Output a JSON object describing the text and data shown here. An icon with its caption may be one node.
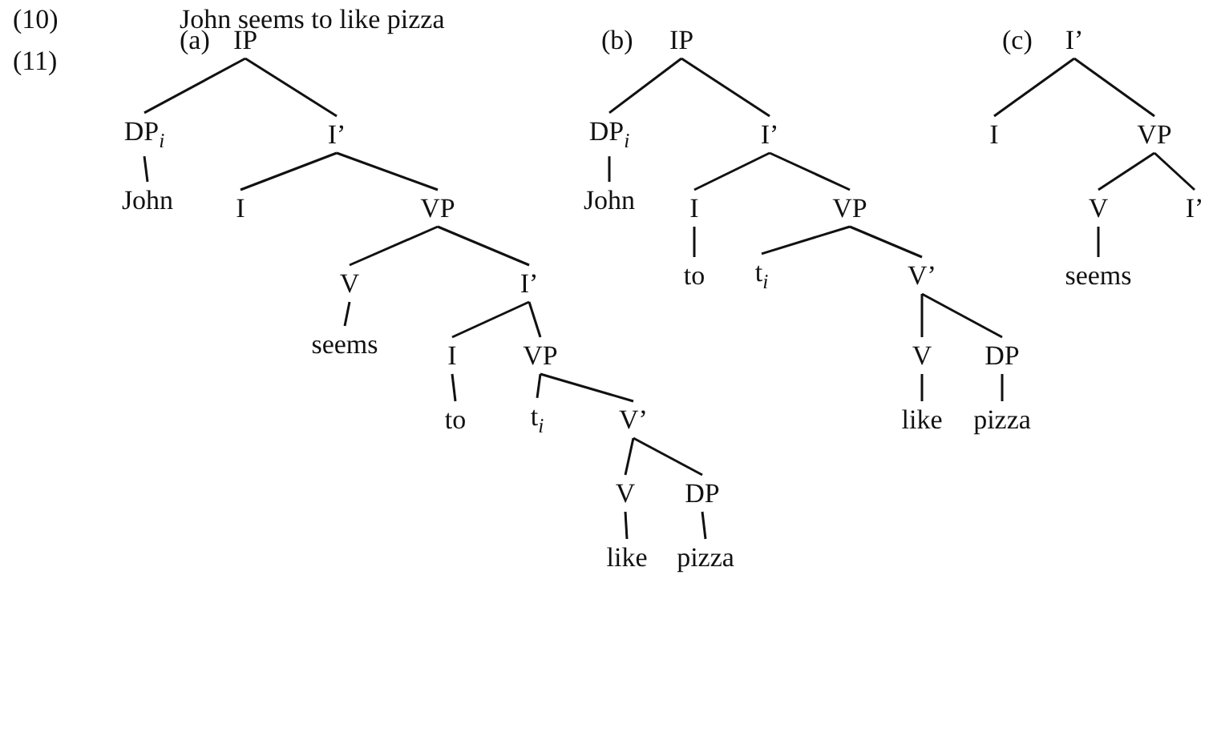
{
  "diagram": {
    "nodes": [
      {
        "text": [
          "IP"
        ]
      },
      {
        "text": [
          "DP$_{i}$"
        ]
      },
      {
        "text": [
          "I’"
        ]
      },
      {
        "text": [
          "John"
        ]
      },
      {
        "text": [
          "I"
        ]
      },
      {
        "text": [
          "VP"
        ]
      },
      {
        "text": [
          "V"
        ]
      },
      {
        "text": [
          "I’"
        ]
      },
      {
        "text": [
          "seems"
        ]
      },
      {
        "text": [
          "I"
        ]
      },
      {
        "text": [
          "VP"
        ]
      },
      {
        "text": [
          "to"
        ]
      },
      {
        "text": [
          "t$_{i}$"
        ]
      },
      {
        "text": [
          "V’"
        ]
      },
      {
        "text": [
          "V"
        ]
      },
      {
        "text": [
          "DP"
        ]
      },
      {
        "text": [
          "like"
        ]
      },
      {
        "text": [
          "pizza"
        ]
      },
      {
        "text": [
          "IP"
        ]
      },
      {
        "text": [
          "DP$_{i}$"
        ]
      },
      {
        "text": [
          "I’"
        ]
      },
      {
        "text": [
          "John"
        ]
      },
      {
        "text": [
          "I"
        ]
      },
      {
        "text": [
          "VP"
        ]
      },
      {
        "text": [
          "to"
        ]
      },
      {
        "text": [
          "t$_{i}$"
        ]
      },
      {
        "text": [
          "V’"
        ]
      },
      {
        "text": [
          "V"
        ]
      },
      {
        "text": [
          "DP"
        ]
      },
      {
        "text": [
          "like"
        ]
      },
      {
        "text": [
          "pizza"
        ]
      },
      {
        "text": [
          "I’"
        ]
      },
      {
        "text": [
          "I"
        ]
      },
      {
        "text": [
          "VP"
        ]
      },
      {
        "text": [
          "V"
        ]
      },
      {
        "text": [
          "I’"
        ]
      },
      {
        "text": [
          "seems"
        ]
      }
    ],
    "edges": [
      {
        "from": 0,
        "to": 1,
        "arrow": "none"
      },
      {
        "from": 0,
        "to": 2,
        "arrow": "none"
      },
      {
        "from": 1,
        "to": 3,
        "arrow": "none"
      },
      {
        "from": 2,
        "to": 4,
        "arrow": "none"
      },
      {
        "from": 2,
        "to": 5,
        "arrow": "none"
      },
      {
        "from": 5,
        "to": 6,
        "arrow": "none"
      },
      {
        "from": 5,
        "to": 7,
        "arrow": "none"
      },
      {
        "from": 6,
        "to": 8,
        "arrow": "none"
      },
      {
        "from": 7,
        "to": 9,
        "arrow": "none"
      },
      {
        "from": 7,
        "to": 10,
        "arrow": "none"
      },
      {
        "from": 9,
        "to": 11,
        "arrow": "none"
      },
      {
        "from": 10,
        "to": 12,
        "arrow": "none"
      },
      {
        "from": 10,
        "to": 13,
        "arrow": "none"
      },
      {
        "from": 13,
        "to": 14,
        "arrow": "none"
      },
      {
        "from": 13,
        "to": 15,
        "arrow": "none"
      },
      {
        "from": 14,
        "to": 16,
        "arrow": "none"
      },
      {
        "from": 15,
        "to": 17,
        "arrow": "none"
      },
      {
        "from": 18,
        "to": 19,
        "arrow": "none"
      },
      {
        "from": 18,
        "to": 20,
        "arrow": "none"
      },
      {
        "from": 19,
        "to": 21,
        "arrow": "none"
      },
      {
        "from": 20,
        "to": 22,
        "arrow": "none"
      },
      {
        "from": 20,
        "to": 23,
        "arrow": "none"
      },
      {
        "from": 22,
        "to": 24,
        "arrow": "none"
      },
      {
        "from": 23,
        "to": 25,
        "arrow": "none"
      },
      {
        "from": 23,
        "to": 26,
        "arrow": "none"
      },
      {
        "from": 26,
        "to": 27,
        "arrow": "none"
      },
      {
        "from": 26,
        "to": 28,
        "arrow": "none"
      },
      {
        "from": 27,
        "to": 29,
        "arrow": "none"
      },
      {
        "from": 28,
        "to": 30,
        "arrow": "none"
      },
      {
        "from": 31,
        "to": 32,
        "arrow": "none"
      },
      {
        "from": 31,
        "to": 33,
        "arrow": "none"
      },
      {
        "from": 33,
        "to": 34,
        "arrow": "none"
      },
      {
        "from": 33,
        "to": 35,
        "arrow": "none"
      },
      {
        "from": 34,
        "to": 36,
        "arrow": "none"
      }
    ],
    "labels": [
      "(10)",
      "John seems to like pizza",
      "(11)",
      "(a)",
      "(b)",
      "(c)"
    ]
  }
}
